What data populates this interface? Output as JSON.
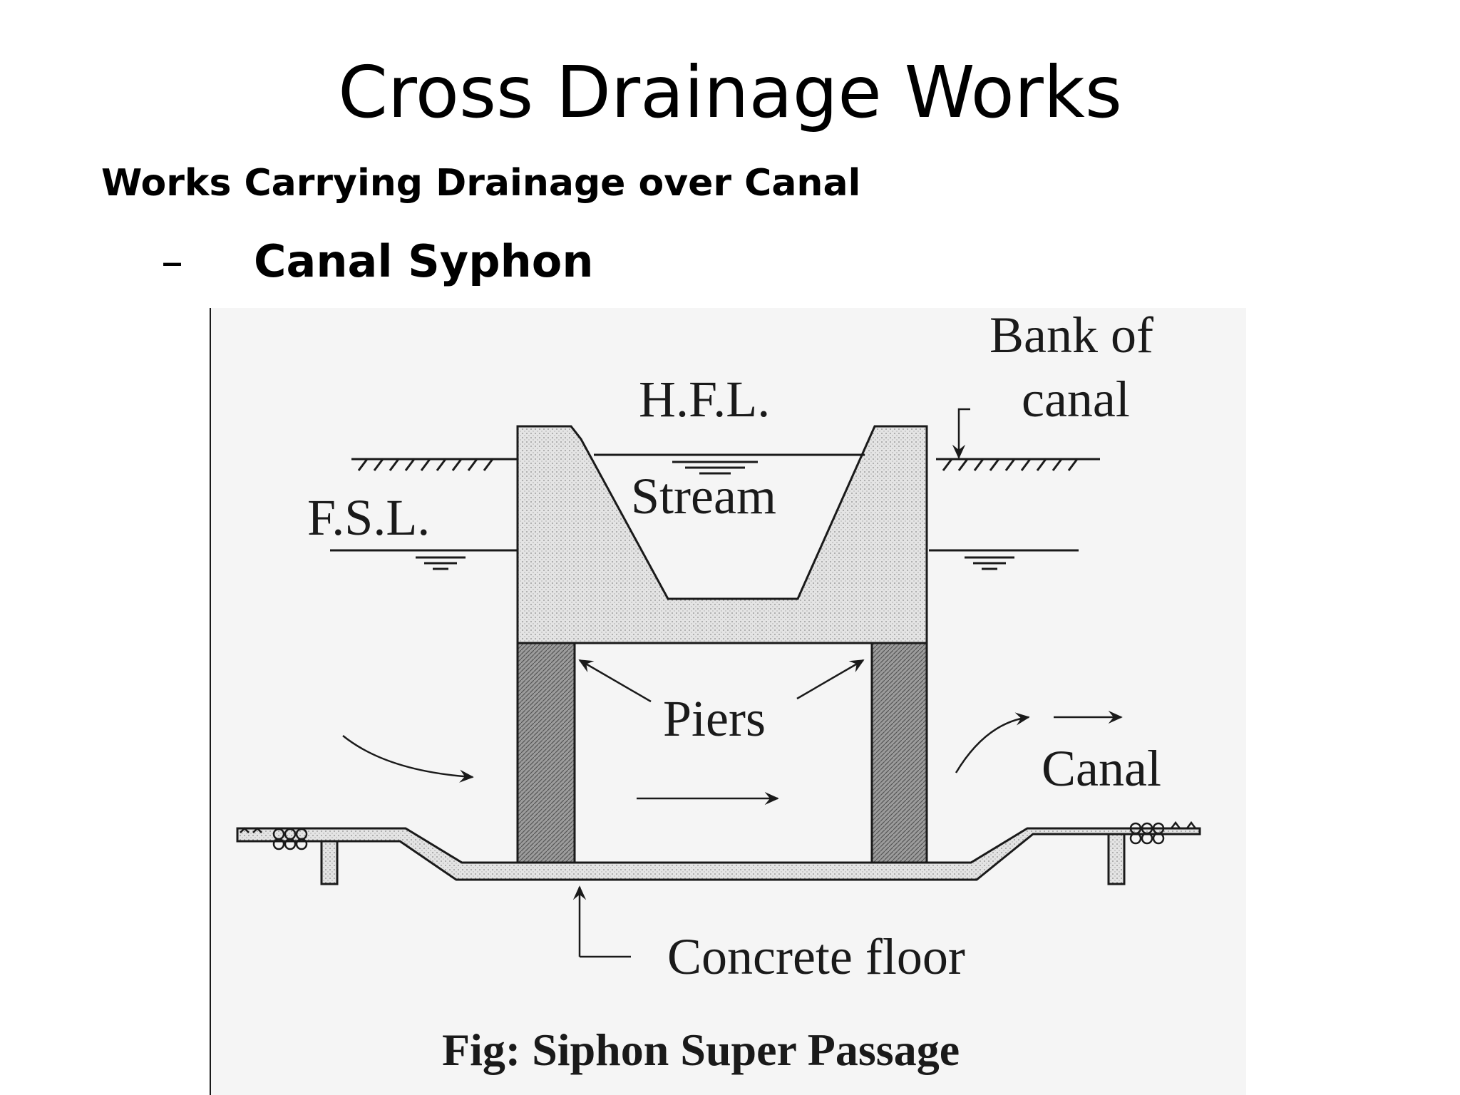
{
  "slide": {
    "title": "Cross Drainage Works",
    "subtitle": "Works Carrying Drainage  over Canal",
    "bullet_dash": "–",
    "bullet_text": "Canal Syphon"
  },
  "figure": {
    "labels": {
      "bank_of": "Bank of",
      "canal_bank": "canal",
      "hfl": "H.F.L.",
      "stream": "Stream",
      "fsl": "F.S.L.",
      "piers": "Piers",
      "canal": "Canal",
      "concrete_floor": "Concrete floor"
    },
    "caption": "Fig: Siphon Super Passage"
  },
  "colors": {
    "ink": "#1a1a1a",
    "figure_background": "#f5f5f5",
    "concrete_fill": "#e4e4e4",
    "pier_fill": "#9c9c9c"
  }
}
